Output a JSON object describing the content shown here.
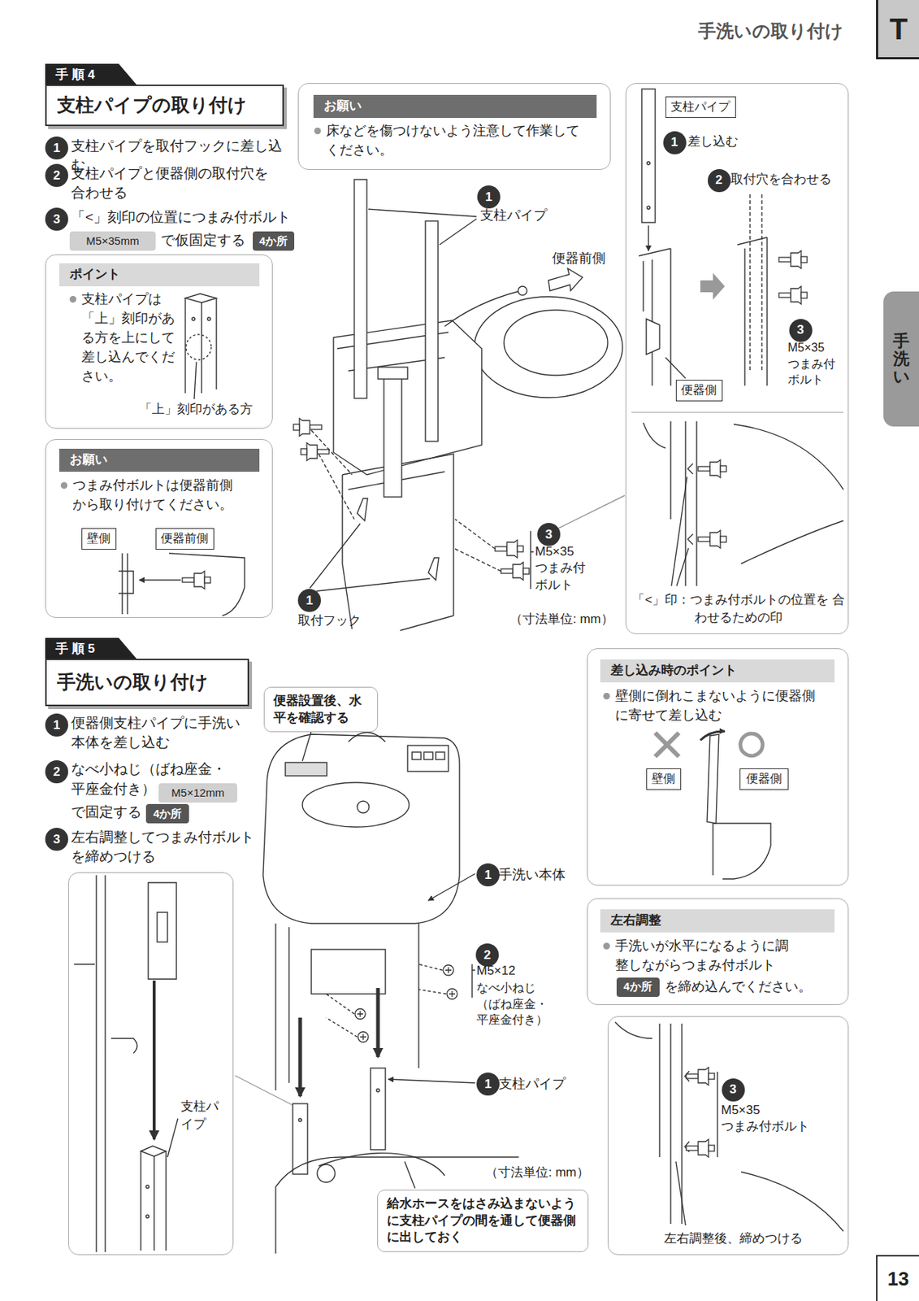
{
  "diagram": {
    "title": "手洗いの取り付け",
    "nodes": [
      {
        "text": [
          "T"
        ]
      },
      {
        "text": [
          "手洗い"
        ]
      },
      {
        "text": [
          "手 順 4"
        ]
      },
      {
        "text": [
          "支柱パイプの取り付け"
        ]
      },
      {
        "text": [
          "1"
        ]
      },
      {
        "text": [
          "2"
        ]
      },
      {
        "text": [
          "3"
        ]
      },
      {
        "text": [
          "M5×35mm"
        ]
      },
      {
        "text": [
          "4か所"
        ]
      },
      {
        "text": [
          "支柱パイプは「上」刻印がある方を上にして差し込んでください。"
        ]
      },
      {
        "text": [
          "ポイント"
        ],
        "in": 9
      },
      {
        "text": [
          "つまみ付ボルトは便器前側から取り付けてください。"
        ]
      },
      {
        "text": [
          "お願い"
        ],
        "in": 11
      },
      {
        "text": [
          "壁側"
        ],
        "in": 11
      },
      {
        "text": [
          "便器前側"
        ],
        "in": 11
      },
      {
        "text": [
          "床などを傷つけないよう注意して作業してください。"
        ]
      },
      {
        "text": [
          "お願い"
        ],
        "in": 15
      },
      {
        "text": [
          "1"
        ]
      },
      {
        "text": [
          "1"
        ]
      },
      {
        "text": [
          "3"
        ]
      },
      {
        "text": [
          "「<」印：つまみ付ボルトの位置を 合わせるための印"
        ]
      },
      {
        "text": [
          "支柱パイプ"
        ],
        "in": 20
      },
      {
        "text": [
          "1"
        ],
        "in": 20
      },
      {
        "text": [
          "2"
        ],
        "in": 20
      },
      {
        "text": [
          "3"
        ],
        "in": 20
      },
      {
        "text": [
          "便器側"
        ],
        "in": 20
      },
      {
        "text": [
          "手 順 5"
        ]
      },
      {
        "text": [
          "手洗いの取り付け"
        ]
      },
      {
        "text": [
          "1"
        ]
      },
      {
        "text": [
          "2"
        ]
      },
      {
        "text": [
          "M5×12mm"
        ]
      },
      {
        "text": [
          "4か所"
        ]
      },
      {
        "text": [
          "3"
        ]
      },
      {
        "text": [
          "便器設置後、水平を確認する"
        ]
      },
      {
        "text": [
          "壁側に倒れこまないように便器側に寄せて差し込む"
        ]
      },
      {
        "text": [
          "差し込み時のポイント"
        ],
        "in": 34
      },
      {
        "text": [
          "壁側"
        ],
        "in": 34
      },
      {
        "text": [
          "便器側"
        ],
        "in": 34
      },
      {
        "text": [
          "手洗いが水平になるように調整しながらつまみ付ボルト",
          "を締め込んでください。"
        ]
      },
      {
        "text": [
          "左右調整"
        ],
        "in": 38
      },
      {
        "text": [
          "4か所"
        ],
        "in": 38
      },
      {
        "text": [
          "1"
        ]
      },
      {
        "text": [
          "2"
        ]
      },
      {
        "text": [
          "1"
        ]
      },
      {
        "text": [
          "給水ホースをはさみ込まないように支柱パイプの間を通して便器側に出しておく"
        ]
      },
      {
        "text": [
          "左右調整後、締めつける"
        ]
      },
      {
        "text": [
          "3"
        ],
        "in": 45
      },
      {
        "text": [
          "支柱パイプ"
        ]
      },
      {
        "text": [
          "13"
        ]
      }
    ],
    "labels": [
      "支柱パイプを取付フックに差し込む",
      "支柱パイプと便器側の取付穴を合わせる",
      "「<」刻印の位置につまみ付ボルト",
      "で仮固定する",
      "「上」刻印がある方",
      "支柱パイプ",
      "便器前側",
      "M5×35",
      "つまみ付ボルト",
      "取付フック",
      "（寸法単位: mm）",
      "差し込む",
      "取付穴を合わせる",
      "M5×35 つまみ付ボルト",
      "便器側支柱パイプに手洗い本体を差し込む",
      "なべ小ねじ（ばね座金・平座金付き）",
      "で固定する",
      "左右調整してつまみ付ボルトを締めつける",
      "手洗い本体",
      "M5×12",
      "なべ小ねじ （ばね座金・平座金付き）",
      "支柱パイプ",
      "（寸法単位: mm）",
      "M5×35",
      "つまみ付ボルト"
    ]
  }
}
